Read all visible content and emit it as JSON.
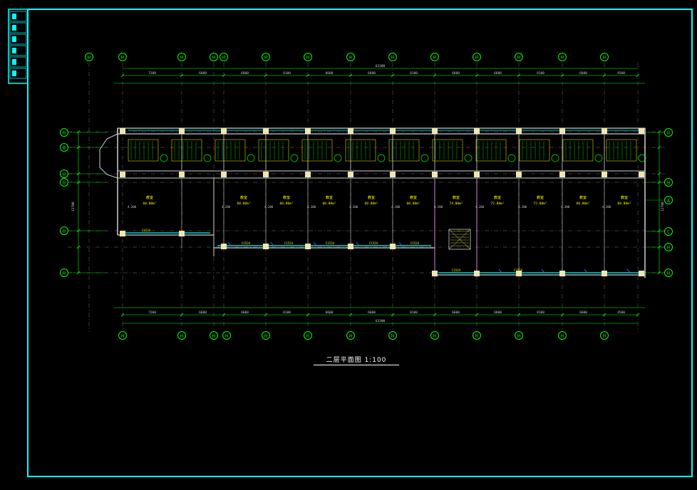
{
  "drawing": {
    "title": "二层平面图 1:100",
    "colors": {
      "background": "#000000",
      "frame": "#00ffff",
      "grid": "#ffffff",
      "walls": "#d0d0d0",
      "axis_bubble": "#00ff00",
      "dimension": "#00ff00",
      "annotation_yellow": "#ffff00",
      "accent_magenta": "#ff00ff",
      "accent_blue": "#3c64ff"
    },
    "top_axes": [
      "H",
      "H",
      "H",
      "H",
      "H",
      "H",
      "H",
      "H",
      "H",
      "H",
      "H",
      "H",
      "H",
      "H"
    ],
    "bottom_axes": [
      "H",
      "H",
      "H",
      "H",
      "H",
      "H",
      "H",
      "H",
      "H",
      "H",
      "H",
      "H",
      "H"
    ],
    "left_axes": [
      "H",
      "B",
      "H",
      "H",
      "H",
      "H"
    ],
    "right_axes": [
      "H",
      "H",
      "A",
      "C",
      "H",
      "H"
    ],
    "top_overall_dimension": "63300",
    "bottom_overall_dimension": "63300",
    "top_span_dimensions": [
      "7200",
      "6600",
      "6600",
      "8100",
      "6600",
      "6600",
      "8100",
      "6600",
      "6600",
      "8100",
      "6600",
      "4500"
    ],
    "bottom_span_dimensions": [
      "7200",
      "6600",
      "6600",
      "8100",
      "6600",
      "6600",
      "8100",
      "6600",
      "6600",
      "8100",
      "6600",
      "4500"
    ],
    "left_overall_dimension": "12700",
    "right_overall_dimension": "12700",
    "room_labels": [
      "教室",
      "教室",
      "教室",
      "教室",
      "教室",
      "教室",
      "教室",
      "教室",
      "教室",
      "教室",
      "教室"
    ],
    "room_areas": [
      "60.80m²",
      "60.80m²",
      "60.80m²",
      "60.80m²",
      "60.80m²",
      "60.80m²",
      "74.80m²",
      "72.80m²",
      "72.80m²",
      "60.80m²",
      "60.80m²"
    ],
    "floor_elevation": "4.200",
    "window_tags": [
      "C1524",
      "C1524",
      "C1524",
      "C1524",
      "C1524",
      "C1524",
      "C1524",
      "C1524"
    ]
  }
}
